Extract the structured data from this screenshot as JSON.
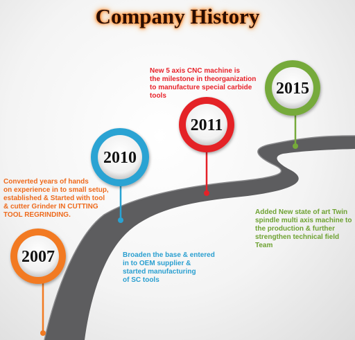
{
  "title": "Company History",
  "milestones": [
    {
      "year": "2007",
      "color": "#f27a21",
      "lines": [
        "Converted years of hands",
        "on experience in to small setup,",
        "established & Started with tool",
        "& cutter Grinder IN CUTTING",
        "TOOL REGRINDING."
      ]
    },
    {
      "year": "2010",
      "color": "#29a3d3",
      "lines": [
        "Broaden the base & entered",
        "in to OEM supplier &",
        "started manufacturing",
        "of SC tools"
      ]
    },
    {
      "year": "2011",
      "color": "#e42128",
      "lines": [
        "New 5 axis CNC machine is",
        "the milestone in theorganization",
        "to manufacture special carbide",
        "tools"
      ]
    },
    {
      "year": "2015",
      "color": "#76aa3a",
      "lines": [
        "Added New state of art Twin",
        "spindle multi axis machine to",
        "the production & further",
        "strengthen technical field",
        "Team"
      ]
    }
  ]
}
